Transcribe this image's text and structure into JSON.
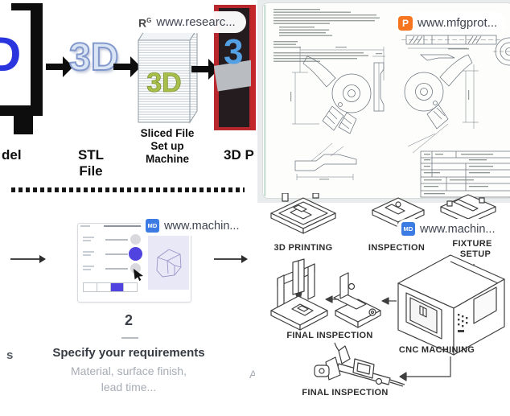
{
  "panels": {
    "process_flow": {
      "badge": {
        "logo_main": "R",
        "logo_sup": "G",
        "domain": "www.researc..."
      },
      "monitor_letter": "D",
      "stl_word": "3D",
      "sliced_word": "3D",
      "printed_object_word": "3",
      "label_model_fragment": "del",
      "label_stl_file": "STL File",
      "label_sliced_line1": "Sliced File",
      "label_sliced_line2": "Set up",
      "label_sliced_line3": "Machine",
      "label_printing_fragment": "3D P"
    },
    "engineering_drawing": {
      "badge": {
        "logo": "P",
        "domain": "www.mfgprot..."
      }
    },
    "quote_step": {
      "badge": {
        "logo": "MD",
        "domain": "www.machin..."
      },
      "step_number": "2",
      "title": "Specify your requirements",
      "subtitle_line1": "Material, surface finish,",
      "subtitle_line2": "lead time...",
      "left_fragment": "s",
      "right_fragment": "A"
    },
    "workflow": {
      "badge": {
        "logo": "MD",
        "domain": "www.machin..."
      },
      "labels": {
        "printing": "3D PRINTING",
        "inspection": "INSPECTION",
        "fixture_line1": "FIXTURE",
        "fixture_line2": "SETUP",
        "cnc": "CNC MACHINING",
        "final_inspection_top": "FINAL INSPECTION",
        "final_inspection_bottom": "FINAL INSPECTION"
      }
    }
  },
  "colors": {
    "accent_indigo": "#5143e0",
    "panel_lavender": "#e9e8f7",
    "logo_orange": "#f7751e",
    "logo_blue": "#3c7be4",
    "printer_red": "#b8272c",
    "stl_letter_blue": "#d9e4f4",
    "sliced_letter_green": "#a8c04b",
    "printed_object_blue": "#53a0e4",
    "monitor_letter_blue": "#2a35de"
  }
}
